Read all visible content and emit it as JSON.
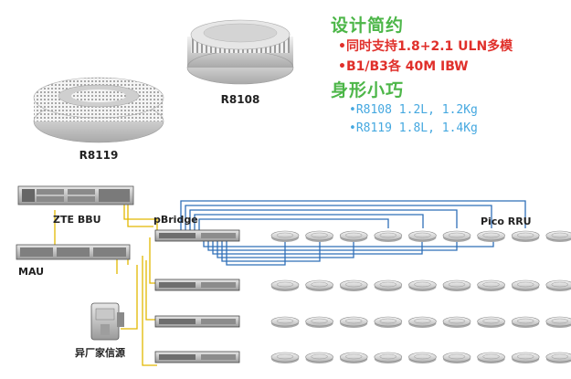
{
  "products": {
    "r8108": {
      "label": "R8108"
    },
    "r8119": {
      "label": "R8119"
    }
  },
  "design": {
    "title": "设计简约",
    "bullets": [
      "同时支持1.8+2.1 ULN多模",
      "B1/B3各 40M IBW"
    ]
  },
  "form": {
    "title": "身形小巧",
    "bullets": [
      "R8108 1.2L, 1.2Kg",
      "R8119 1.8L, 1.4Kg"
    ]
  },
  "topology": {
    "bbu": "ZTE BBU",
    "mau": "MAU",
    "pbridge": "pBridge",
    "pico_rru": "Pico RRU",
    "power_source": "异厂家信源"
  },
  "colors": {
    "green_heading": "#4cb648",
    "red_bullet": "#e0302b",
    "blue_bullet": "#45a8e0",
    "cable_blue": "#2f6fb8",
    "cable_yellow": "#e2b800"
  }
}
